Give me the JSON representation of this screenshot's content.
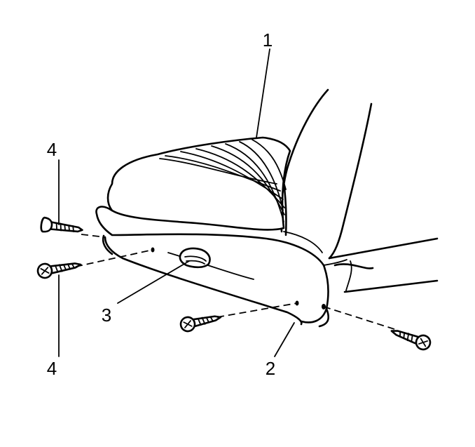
{
  "callouts": {
    "c1": "1",
    "c2": "2",
    "c3": "3",
    "c4_top": "4",
    "c4_bottom": "4"
  }
}
